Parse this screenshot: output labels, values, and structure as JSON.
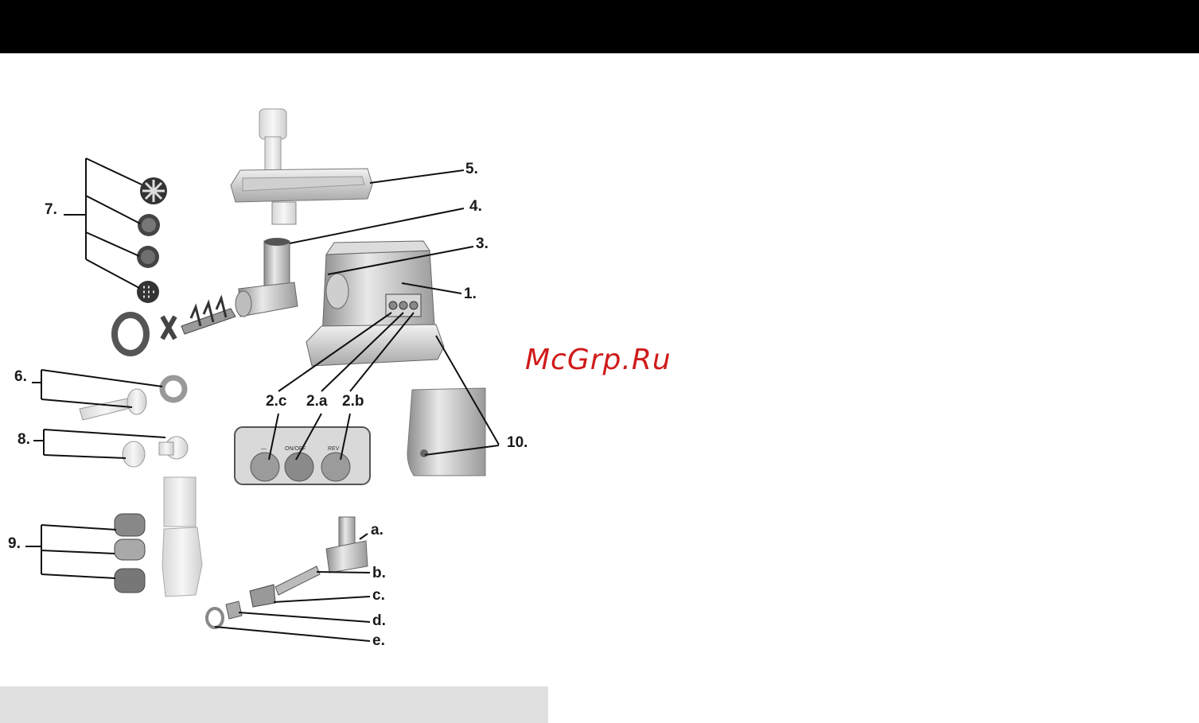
{
  "labels": {
    "l1": "1.",
    "l3": "3.",
    "l4": "4.",
    "l5": "5.",
    "l6": "6.",
    "l7": "7.",
    "l8": "8.",
    "l9": "9.",
    "l10": "10.",
    "l2a": "2.a",
    "l2b": "2.b",
    "l2c": "2.c",
    "la": "a.",
    "lb": "b.",
    "lc": "c.",
    "ld": "d.",
    "le": "e."
  },
  "panel": {
    "on_off": "ON/OFF",
    "rev": "REV"
  },
  "watermark": {
    "text": "McGrp.Ru",
    "color": "#d01b1b"
  },
  "colors": {
    "top_bar": "#000000",
    "bottom_bar": "#e0e0e0"
  }
}
